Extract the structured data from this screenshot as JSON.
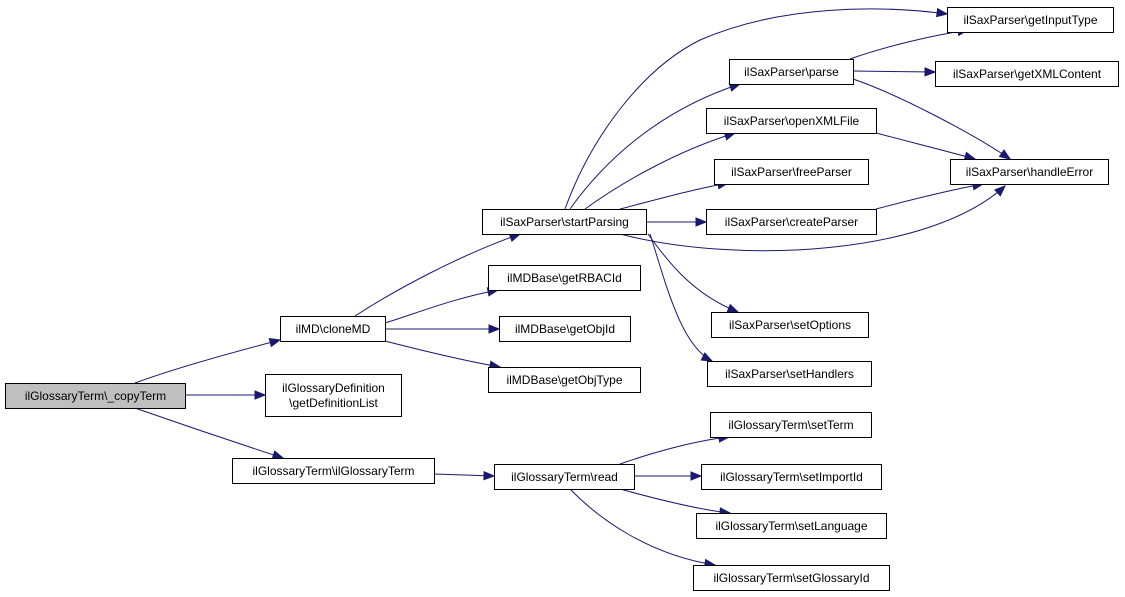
{
  "diagram": {
    "type": "call-graph",
    "colors": {
      "edge": "#191970",
      "node_fill": "#ffffff",
      "root_fill": "#bfbfbf",
      "border": "#000000",
      "text": "#000000"
    },
    "nodes": {
      "copyTerm": {
        "label": [
          "ilGlossaryTerm\\_copyTerm"
        ],
        "root": true
      },
      "cloneMD": {
        "label": [
          "ilMD\\cloneMD"
        ]
      },
      "getDefinitionList": {
        "label": [
          "ilGlossaryDefinition",
          "\\getDefinitionList"
        ]
      },
      "ilGlossaryTermCtor": {
        "label": [
          "ilGlossaryTerm\\ilGlossaryTerm"
        ]
      },
      "startParsing": {
        "label": [
          "ilSaxParser\\startParsing"
        ]
      },
      "getRBACId": {
        "label": [
          "ilMDBase\\getRBACId"
        ]
      },
      "getObjId": {
        "label": [
          "ilMDBase\\getObjId"
        ]
      },
      "getObjType": {
        "label": [
          "ilMDBase\\getObjType"
        ]
      },
      "read": {
        "label": [
          "ilGlossaryTerm\\read"
        ]
      },
      "parse": {
        "label": [
          "ilSaxParser\\parse"
        ]
      },
      "openXMLFile": {
        "label": [
          "ilSaxParser\\openXMLFile"
        ]
      },
      "freeParser": {
        "label": [
          "ilSaxParser\\freeParser"
        ]
      },
      "createParser": {
        "label": [
          "ilSaxParser\\createParser"
        ]
      },
      "setOptions": {
        "label": [
          "ilSaxParser\\setOptions"
        ]
      },
      "setHandlers": {
        "label": [
          "ilSaxParser\\setHandlers"
        ]
      },
      "getInputType": {
        "label": [
          "ilSaxParser\\getInputType"
        ]
      },
      "getXMLContent": {
        "label": [
          "ilSaxParser\\getXMLContent"
        ]
      },
      "handleError": {
        "label": [
          "ilSaxParser\\handleError"
        ]
      },
      "setTerm": {
        "label": [
          "ilGlossaryTerm\\setTerm"
        ]
      },
      "setImportId": {
        "label": [
          "ilGlossaryTerm\\setImportId"
        ]
      },
      "setLanguage": {
        "label": [
          "ilGlossaryTerm\\setLanguage"
        ]
      },
      "setGlossaryId": {
        "label": [
          "ilGlossaryTerm\\setGlossaryId"
        ]
      }
    },
    "edges": [
      [
        "copyTerm",
        "cloneMD"
      ],
      [
        "copyTerm",
        "getDefinitionList"
      ],
      [
        "copyTerm",
        "ilGlossaryTermCtor"
      ],
      [
        "cloneMD",
        "startParsing"
      ],
      [
        "cloneMD",
        "getRBACId"
      ],
      [
        "cloneMD",
        "getObjId"
      ],
      [
        "cloneMD",
        "getObjType"
      ],
      [
        "ilGlossaryTermCtor",
        "read"
      ],
      [
        "startParsing",
        "getInputType"
      ],
      [
        "startParsing",
        "parse"
      ],
      [
        "startParsing",
        "openXMLFile"
      ],
      [
        "startParsing",
        "freeParser"
      ],
      [
        "startParsing",
        "createParser"
      ],
      [
        "startParsing",
        "handleError"
      ],
      [
        "startParsing",
        "setOptions"
      ],
      [
        "startParsing",
        "setHandlers"
      ],
      [
        "parse",
        "getInputType"
      ],
      [
        "parse",
        "getXMLContent"
      ],
      [
        "parse",
        "handleError"
      ],
      [
        "openXMLFile",
        "handleError"
      ],
      [
        "createParser",
        "handleError"
      ],
      [
        "read",
        "setTerm"
      ],
      [
        "read",
        "setImportId"
      ],
      [
        "read",
        "setLanguage"
      ],
      [
        "read",
        "setGlossaryId"
      ]
    ]
  }
}
